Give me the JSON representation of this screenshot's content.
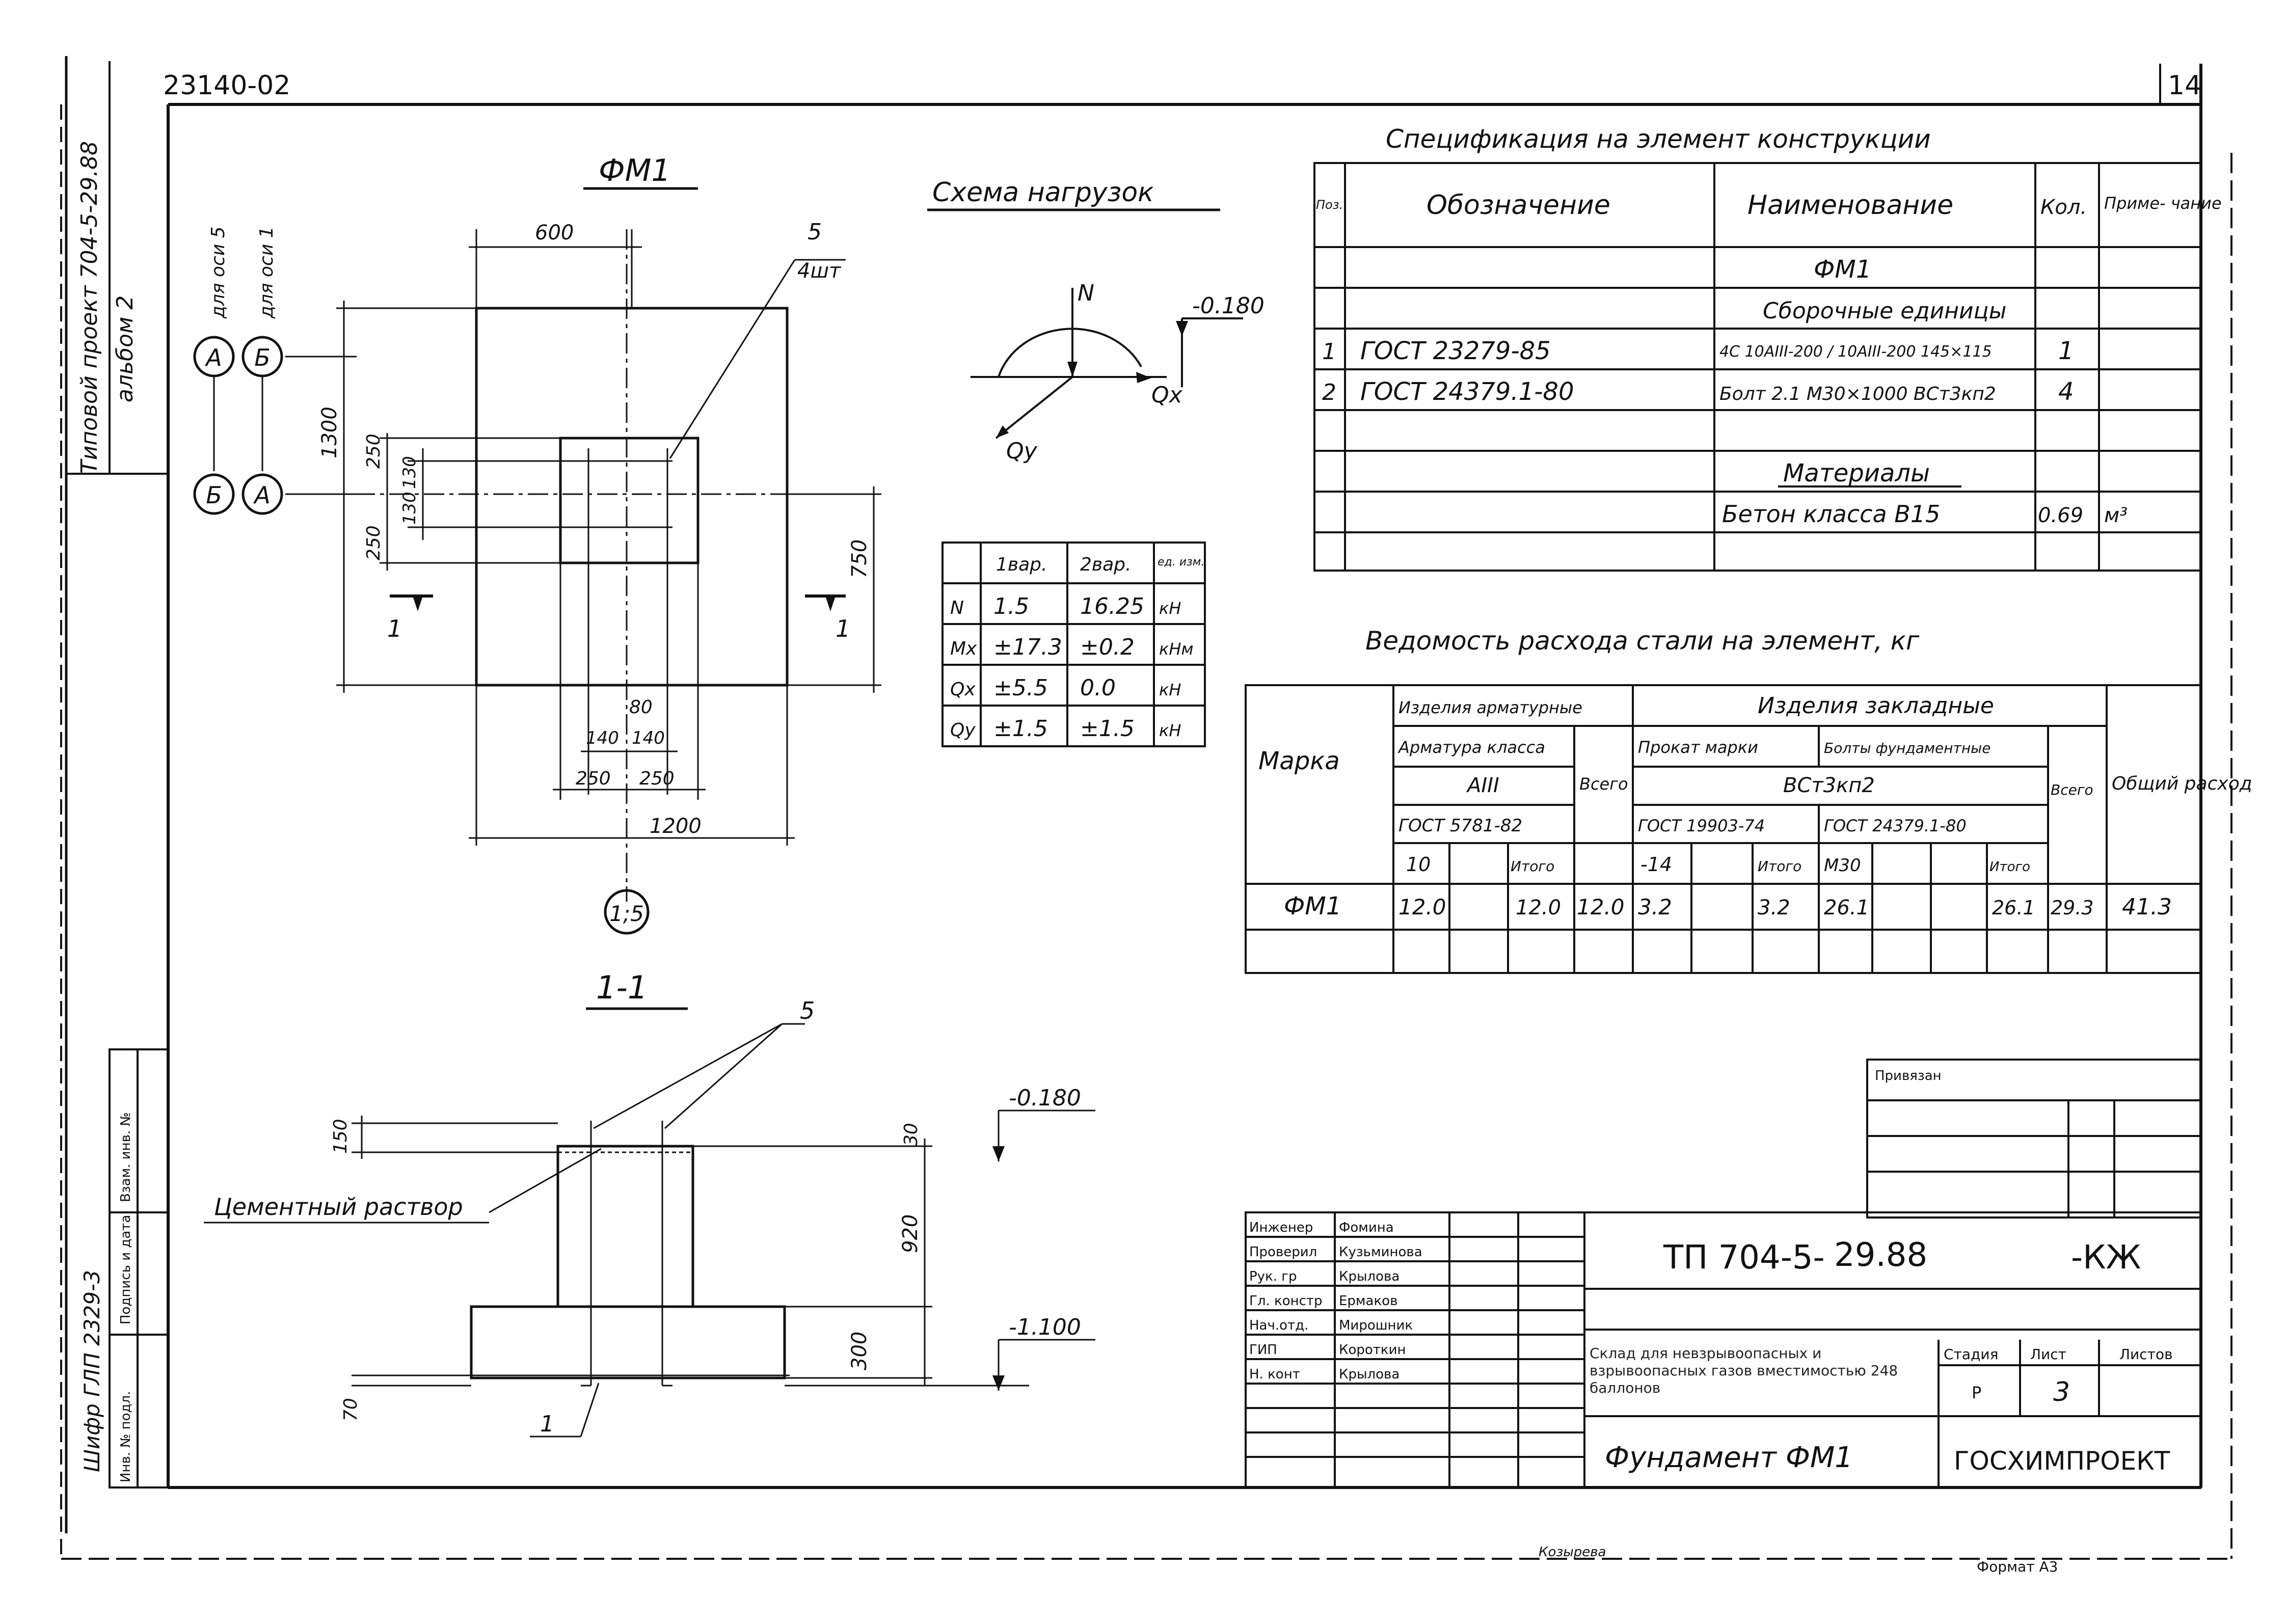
{
  "doc_number": "23140-02",
  "sheet_corner": "14",
  "side_block": {
    "line1": "Типовой проект 704-5-29.88",
    "line2": "альбом 2"
  },
  "left_stamp": {
    "cipher": "Шифр ГЛП 2329-3",
    "col1": "Инв. № подл.",
    "col2": "Подпись и дата",
    "col3": "Взам. инв. №"
  },
  "plan": {
    "title": "ФМ1",
    "axis_label_a": "для оси 5",
    "axis_label_b": "для оси 1",
    "bubbles": [
      "А",
      "Б",
      "Б",
      "А"
    ],
    "axis_bottom": "1;5",
    "dims": {
      "d600": "600",
      "d1300": "1300",
      "d250a": "250",
      "d130a": "130",
      "d130b": "130",
      "d250b": "250",
      "d750": "750",
      "d80": "80",
      "d140a": "140",
      "d140b": "140",
      "d250c": "250",
      "d250d": "250",
      "d1200": "1200"
    },
    "callout_num": "5",
    "callout_qty": "4шт",
    "section_mark": "1"
  },
  "load_scheme": {
    "title": "Схема нагрузок",
    "n": "N",
    "qx": "Qx",
    "qy": "Qy",
    "level": "-0.180"
  },
  "load_table": {
    "headers": [
      "",
      "1вар.",
      "2вар.",
      "ед. изм."
    ],
    "rows": [
      [
        "N",
        "1.5",
        "16.25",
        "кН"
      ],
      [
        "Mx",
        "±17.3",
        "±0.2",
        "кНм"
      ],
      [
        "Qx",
        "±5.5",
        "0.0",
        "кН"
      ],
      [
        "Qy",
        "±1.5",
        "±1.5",
        "кН"
      ]
    ]
  },
  "spec": {
    "title": "Спецификация на элемент конструкции",
    "headers": [
      "Поз.",
      "Обозначение",
      "Наименование",
      "Кол.",
      "Приме- чание"
    ],
    "group1": "ФМ1",
    "group2": "Сборочные единицы",
    "rows": [
      [
        "1",
        "ГОСТ 23279-85",
        "4С 10АIII-200 / 10АIII-200 145×115",
        "1",
        ""
      ],
      [
        "2",
        "ГОСТ 24379.1-80",
        "Болт 2.1 М30×1000 ВСт3кп2",
        "4",
        ""
      ]
    ],
    "group3": "Материалы",
    "material": [
      "",
      "",
      "Бетон класса В15",
      "0.69",
      "м³"
    ]
  },
  "steel": {
    "title": "Ведомость расхода стали на элемент, кг",
    "mark_header": "Марка",
    "h_arm": "Изделия арматурные",
    "h_emb": "Изделия закладные",
    "h_arm_class": "Арматура класса",
    "h_aiii": "АIII",
    "h_gost5781": "ГОСТ 5781-82",
    "h_prokat": "Прокат марки",
    "h_bolts": "Болты фундаментные",
    "h_vst": "ВСт3кп2",
    "h_gost19903": "ГОСТ 19903-74",
    "h_gost24379": "ГОСТ 24379.1-80",
    "h_total": "Всего",
    "h_total2": "Всего",
    "h_general": "Общий расход",
    "sub": [
      "10",
      "Итого",
      "-14",
      "Итого",
      "М30",
      "Итого"
    ],
    "row": {
      "mark": "ФМ1",
      "a10": "12.0",
      "a_sum": "12.0",
      "a_total": "12.0",
      "p14": "3.2",
      "p_sum": "3.2",
      "m30": "26.1",
      "b_sum": "26.1",
      "e_total": "29.3",
      "general": "41.3"
    }
  },
  "section": {
    "title": "1-1",
    "callout": "5",
    "mortar": "Цементный раствор",
    "level_top": "-0.180",
    "level_bot": "-1.100",
    "dims": {
      "d150": "150",
      "d30": "30",
      "d920": "920",
      "d300": "300",
      "d70": "70"
    },
    "pos": "1"
  },
  "title_block": {
    "bind_label": "Привязан",
    "roles": [
      [
        "Инженер",
        "Фомина"
      ],
      [
        "Проверил",
        "Кузьминова"
      ],
      [
        "Рук. гр",
        "Крылова"
      ],
      [
        "Гл. констр",
        "Ермаков"
      ],
      [
        "Нач.отд.",
        "Мирошник"
      ],
      [
        "ГИП",
        "Короткин"
      ],
      [
        "Н. конт",
        "Крылова"
      ]
    ],
    "code_a": "ТП 704-5-",
    "code_b": "29.88",
    "code_c": "-КЖ",
    "object": "Склад для невзрывоопасных и взрывоопасных газов вместимостью 248 баллонов",
    "stage_h": "Стадия",
    "sheet_h": "Лист",
    "sheets_h": "Листов",
    "stage": "Р",
    "sheet": "3",
    "sheets": "",
    "drawing": "Фундамент ФМ1",
    "org": "ГОСХИМПРОЕКТ"
  },
  "footer": {
    "copied": "Козырева",
    "format": "Формат А3"
  }
}
